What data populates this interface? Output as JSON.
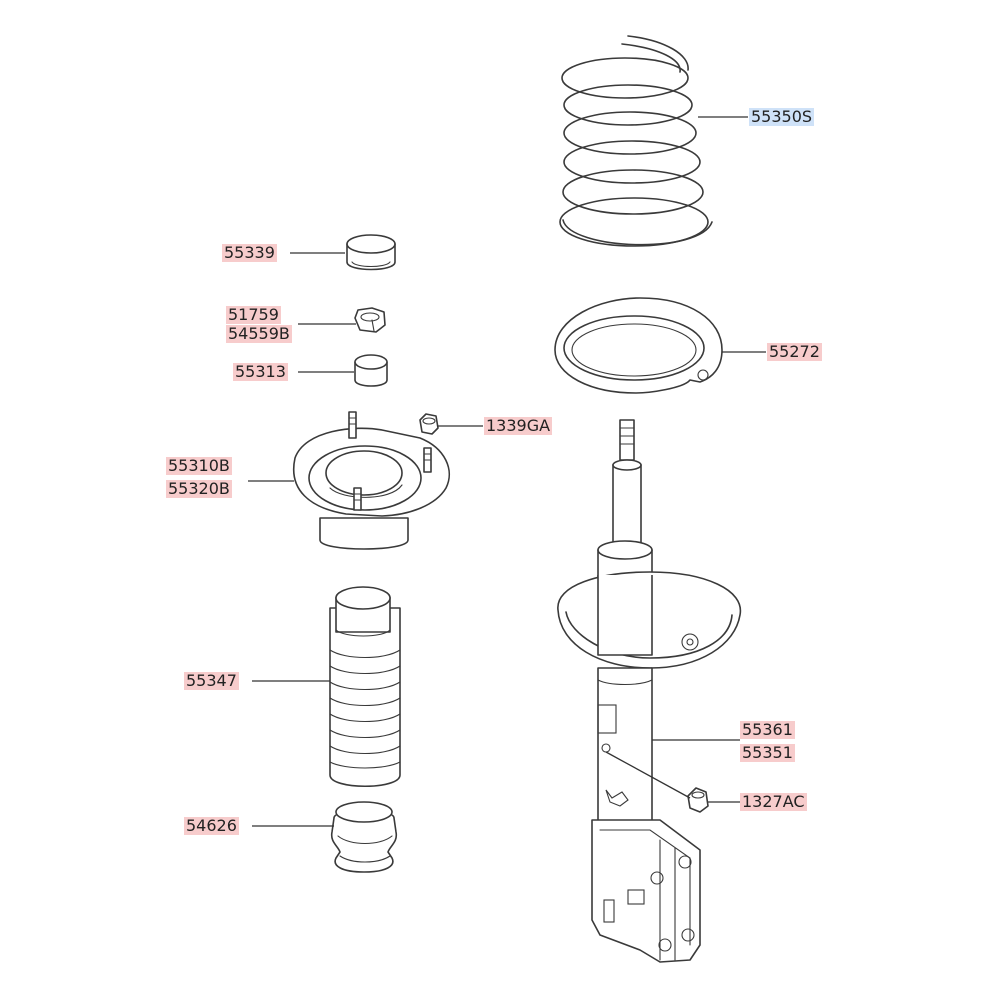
{
  "parts": [
    {
      "id": "coil-spring",
      "labels": [
        "55350S"
      ],
      "highlight": "#cfe2f8"
    },
    {
      "id": "spring-pad",
      "labels": [
        "55272"
      ],
      "highlight": "#f7cccc"
    },
    {
      "id": "dust-cap",
      "labels": [
        "55339"
      ],
      "highlight": "#f7cccc"
    },
    {
      "id": "lock-nut",
      "labels": [
        "51759",
        "54559B"
      ],
      "highlight": "#f7cccc"
    },
    {
      "id": "bushing",
      "labels": [
        "55313"
      ],
      "highlight": "#f7cccc"
    },
    {
      "id": "mount-nut",
      "labels": [
        "1339GA"
      ],
      "highlight": "#f7cccc"
    },
    {
      "id": "strut-mount",
      "labels": [
        "55310B",
        "55320B"
      ],
      "highlight": "#f7cccc"
    },
    {
      "id": "dust-cover",
      "labels": [
        "55347"
      ],
      "highlight": "#f7cccc"
    },
    {
      "id": "bump-stopper",
      "labels": [
        "54626"
      ],
      "highlight": "#f7cccc"
    },
    {
      "id": "strut-assembly",
      "labels": [
        "55361",
        "55351"
      ],
      "highlight": "#f7cccc"
    },
    {
      "id": "bracket-nut",
      "labels": [
        "1327AC"
      ],
      "highlight": "#f7cccc"
    }
  ]
}
